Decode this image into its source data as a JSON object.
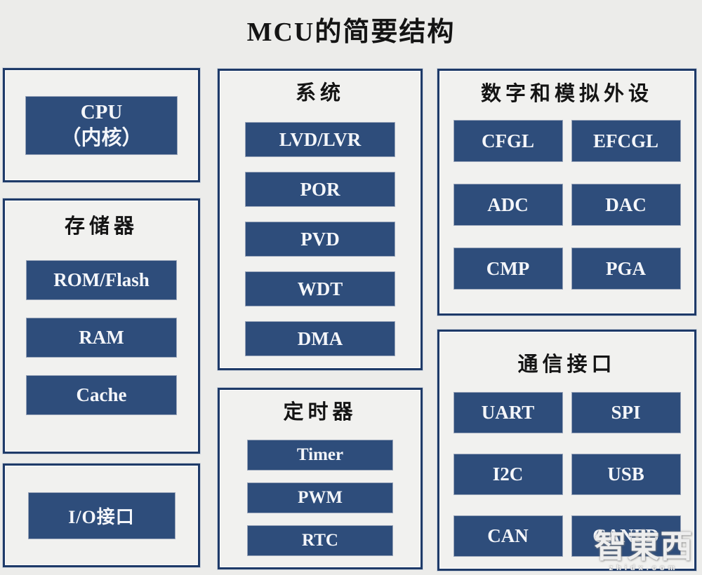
{
  "title": "MCU的简要结构",
  "colors": {
    "background": "#ececea",
    "group_border": "#1e3a68",
    "block_fill": "#2e4d7b",
    "block_text": "#f4f6fa",
    "header_text": "#141414"
  },
  "groups": {
    "cpu": {
      "block": {
        "line1": "CPU",
        "line2": "（内核）"
      }
    },
    "memory": {
      "header": "存储器",
      "blocks": [
        "ROM/Flash",
        "RAM",
        "Cache"
      ]
    },
    "io": {
      "block": "I/O接口"
    },
    "system": {
      "header": "系统",
      "blocks": [
        "LVD/LVR",
        "POR",
        "PVD",
        "WDT",
        "DMA"
      ]
    },
    "timer": {
      "header": "定时器",
      "blocks": [
        "Timer",
        "PWM",
        "RTC"
      ]
    },
    "digital_analog": {
      "header": "数字和模拟外设",
      "blocks": [
        "CFGL",
        "EFCGL",
        "ADC",
        "DAC",
        "CMP",
        "PGA"
      ]
    },
    "comm": {
      "header": "通信接口",
      "blocks": [
        "UART",
        "SPI",
        "I2C",
        "USB",
        "CAN",
        "CANFD"
      ]
    }
  },
  "watermark": {
    "logo": "智東西",
    "domain": "zhidx.com"
  }
}
